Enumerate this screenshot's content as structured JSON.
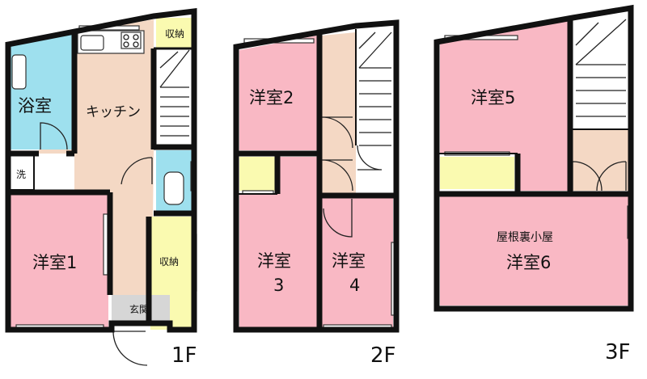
{
  "colors": {
    "bedroom": "#f9b8c4",
    "bath": "#9ee0ee",
    "kitchen": "#f4d8c4",
    "storage": "#fafab0",
    "genkan": "#d6d6d6",
    "wall": "#111111"
  },
  "floors": {
    "f1": {
      "label": "1F",
      "bath": "浴室",
      "kitchen": "キッチン",
      "storage_top": "収納",
      "storage_bottom": "収納",
      "laundry": "洗",
      "bedroom": "洋室1",
      "entrance": "玄関"
    },
    "f2": {
      "label": "2F",
      "room2": "洋室2",
      "room3_a": "洋室",
      "room3_b": "3",
      "room4_a": "洋室",
      "room4_b": "4"
    },
    "f3": {
      "label": "3F",
      "room5": "洋室5",
      "attic": "屋根裏小屋",
      "room6": "洋室6"
    }
  }
}
